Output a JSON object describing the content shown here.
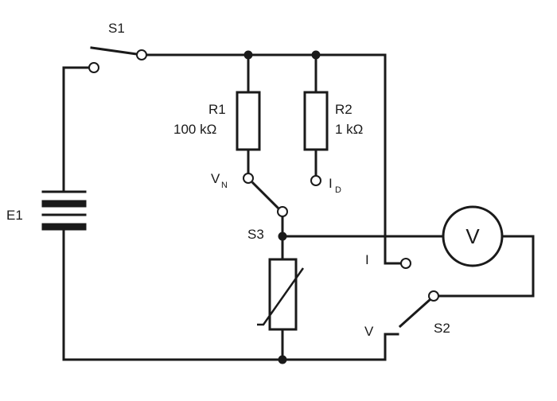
{
  "labels": {
    "s1": "S1",
    "s2": "S2",
    "s3": "S3",
    "e1": "E1",
    "r1_name": "R1",
    "r1_value": "100 kΩ",
    "r2_name": "R2",
    "r2_value": "1 kΩ",
    "vn_main": "V",
    "vn_sub": "N",
    "id_main": "I",
    "id_sub": "D",
    "i_terminal": "I",
    "v_terminal": "V",
    "voltmeter": "V"
  }
}
